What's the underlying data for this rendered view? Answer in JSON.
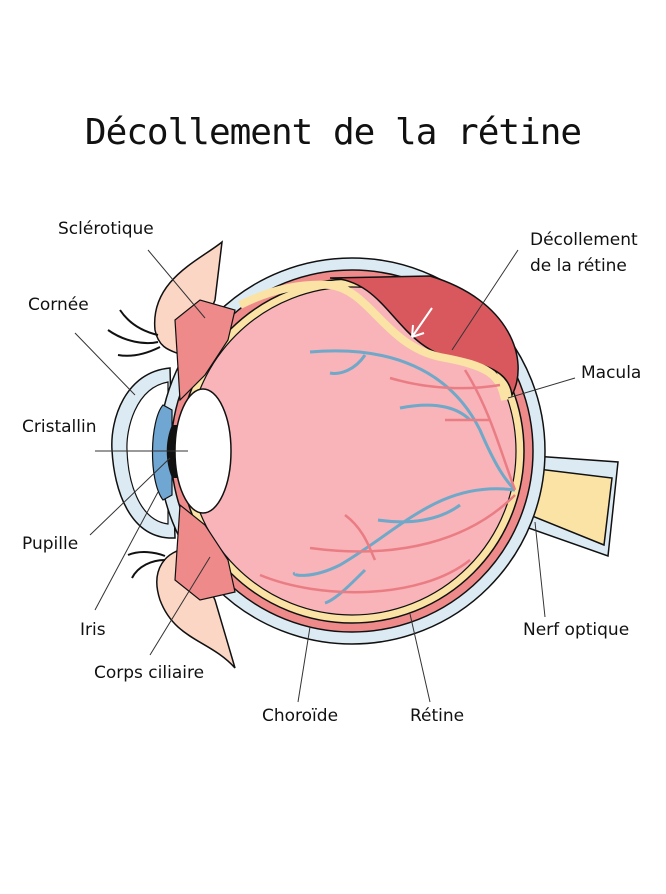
{
  "title": "Décollement de la rétine",
  "labels": {
    "sclerotique": "Sclérotique",
    "cornee": "Cornée",
    "cristallin": "Cristallin",
    "pupille": "Pupille",
    "iris": "Iris",
    "corps_ciliaire": "Corps ciliaire",
    "choroide": "Choroïde",
    "retine": "Rétine",
    "nerf_optique": "Nerf optique",
    "macula": "Macula",
    "decollement_line1": "Décollement",
    "decollement_line2": "de la rétine"
  },
  "colors": {
    "sclera": "#dcebf3",
    "choroid": "#ef8a8a",
    "retina": "#fbe3a6",
    "vitreous": "#f8b4b8",
    "detachment": "#d8585e",
    "vessel_blue": "#6fa8c8",
    "vessel_red": "#ea7c84",
    "iris": "#6fa6d2",
    "skin": "#fcd6c5"
  }
}
